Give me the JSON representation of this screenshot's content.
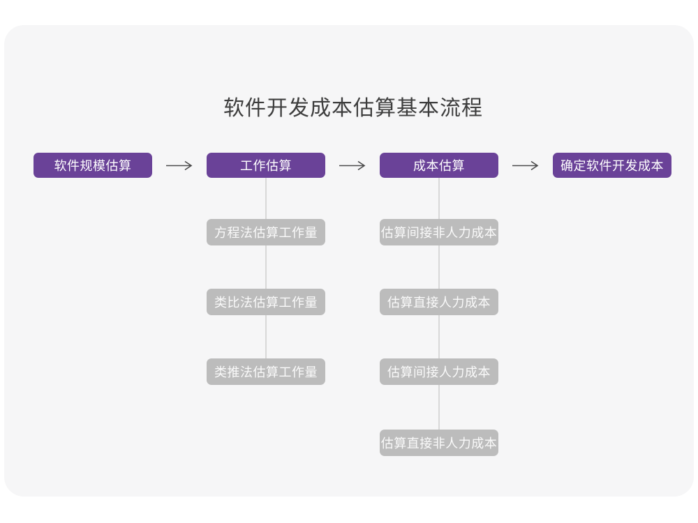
{
  "page": {
    "title": "软件开发成本估算基本流程"
  },
  "colors": {
    "stage_box_purple": "#6A4298",
    "substep_box_gray": "#BCBCBC",
    "connector_line_gray": "#D8D8D8",
    "arrow_gray": "#4A4A4A",
    "canvas_background": "#F6F6F7",
    "page_background": "#FFFFFF",
    "box_text": "#FFFFFF",
    "title_text": "#3D3D3D"
  },
  "flow": {
    "stages": [
      {
        "label": "软件规模估算",
        "substeps": []
      },
      {
        "label": "工作估算",
        "substeps": [
          "方程法估算工作量",
          "类比法估算工作量",
          "类推法估算工作量"
        ]
      },
      {
        "label": "成本估算",
        "substeps": [
          "估算间接非人力成本",
          "估算直接人力成本",
          "估算间接人力成本",
          "估算直接非人力成本"
        ]
      },
      {
        "label": "确定软件开发成本",
        "substeps": []
      }
    ]
  }
}
